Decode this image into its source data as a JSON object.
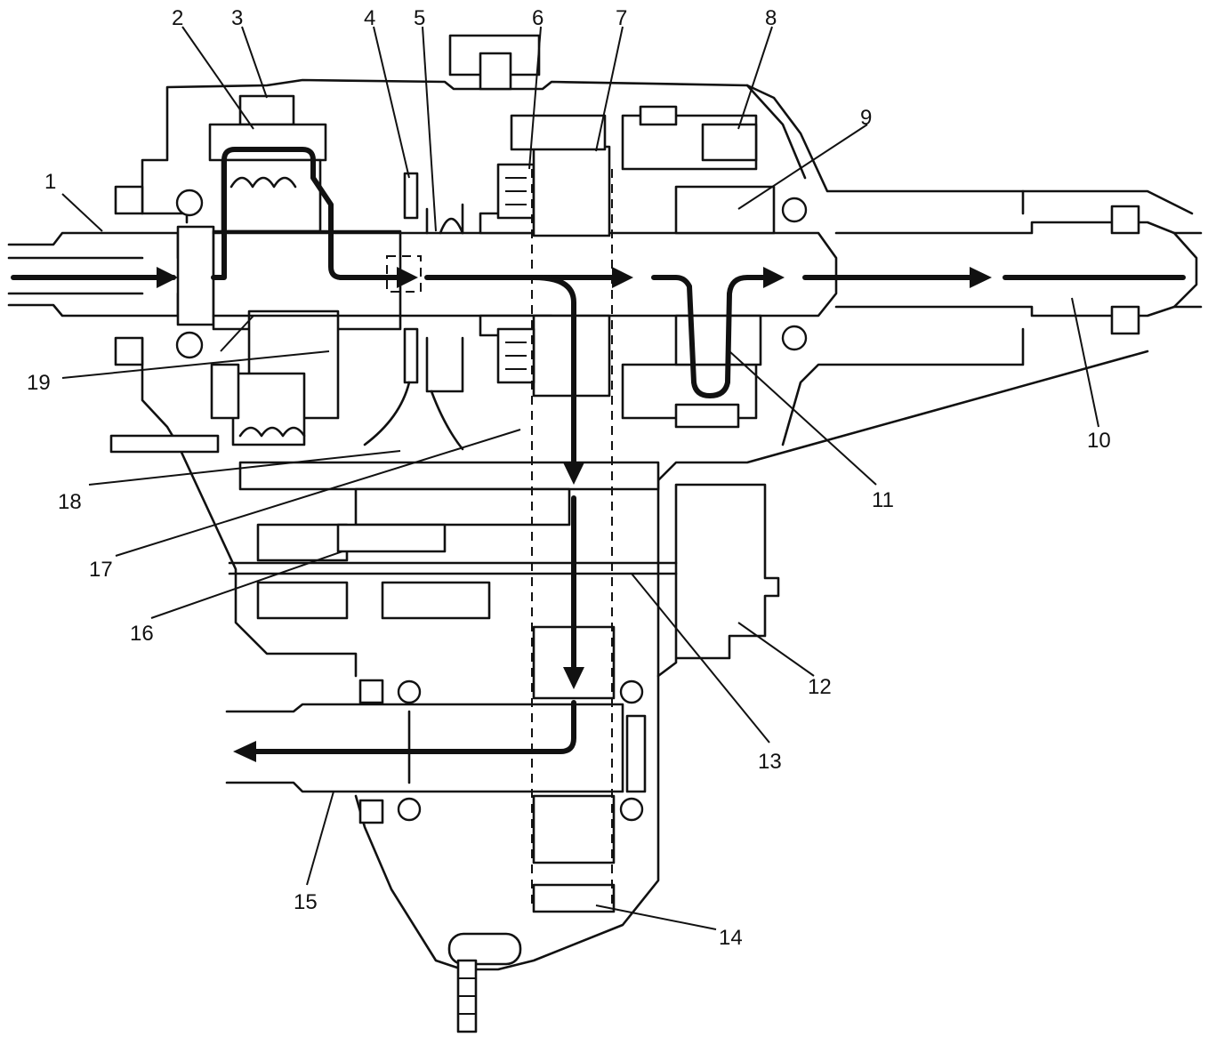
{
  "callouts": [
    {
      "id": "1",
      "label": "1"
    },
    {
      "id": "2",
      "label": "2"
    },
    {
      "id": "3",
      "label": "3"
    },
    {
      "id": "4",
      "label": "4"
    },
    {
      "id": "5",
      "label": "5"
    },
    {
      "id": "6",
      "label": "6"
    },
    {
      "id": "7",
      "label": "7"
    },
    {
      "id": "8",
      "label": "8"
    },
    {
      "id": "9",
      "label": "9"
    },
    {
      "id": "10",
      "label": "10"
    },
    {
      "id": "11",
      "label": "11"
    },
    {
      "id": "12",
      "label": "12"
    },
    {
      "id": "13",
      "label": "13"
    },
    {
      "id": "14",
      "label": "14"
    },
    {
      "id": "15",
      "label": "15"
    },
    {
      "id": "16",
      "label": "16"
    },
    {
      "id": "17",
      "label": "17"
    },
    {
      "id": "18",
      "label": "18"
    },
    {
      "id": "19",
      "label": "19"
    }
  ],
  "colors": {
    "ink": "#111111",
    "paper": "#ffffff"
  }
}
